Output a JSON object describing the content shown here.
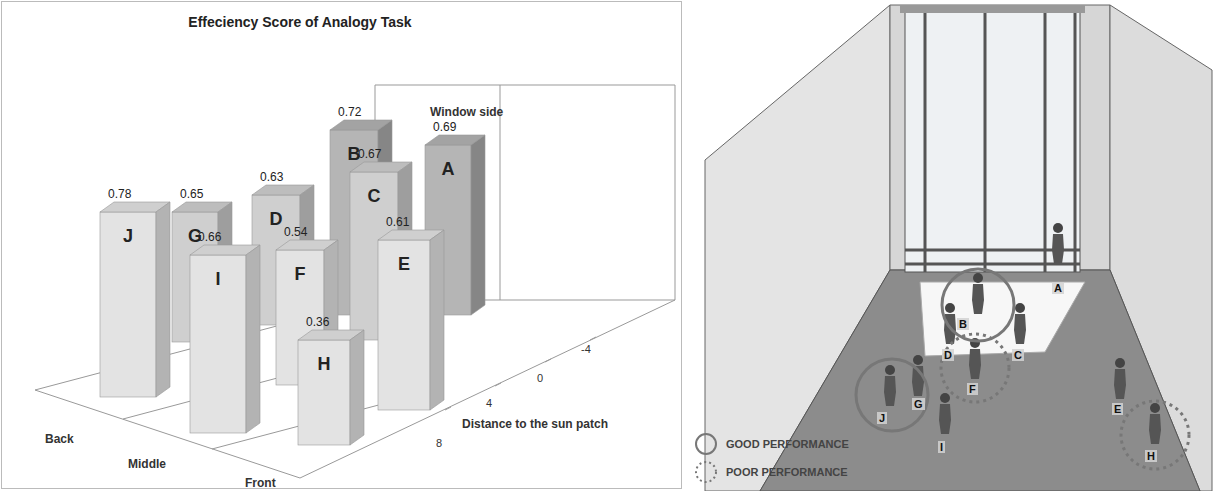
{
  "diagram": {
    "title": "Effeciency Score of Analogy Task",
    "nodes": [
      {
        "text": [
          "J",
          "0.78"
        ]
      },
      {
        "text": [
          "G",
          "0.65"
        ]
      },
      {
        "text": [
          "I",
          "0.66"
        ]
      },
      {
        "text": [
          "D",
          "0.63"
        ]
      },
      {
        "text": [
          "F",
          "0.54"
        ]
      },
      {
        "text": [
          "H",
          "0.36"
        ]
      },
      {
        "text": [
          "B",
          "0.72"
        ]
      },
      {
        "text": [
          "C",
          "0.67"
        ]
      },
      {
        "text": [
          "E",
          "0.61"
        ]
      },
      {
        "text": [
          "A",
          "0.69"
        ]
      }
    ],
    "labels": [
      "Window side",
      "Back",
      "Middle",
      "Front",
      "-4",
      "0",
      "4",
      "8",
      "Distance to the sun patch",
      "A",
      "B",
      "C",
      "D",
      "E",
      "F",
      "G",
      "H",
      "I",
      "J"
    ],
    "legend": [
      {
        "text": "GOOD PERFORMANCE"
      },
      {
        "text": "POOR PERFORMANCE"
      }
    ]
  }
}
